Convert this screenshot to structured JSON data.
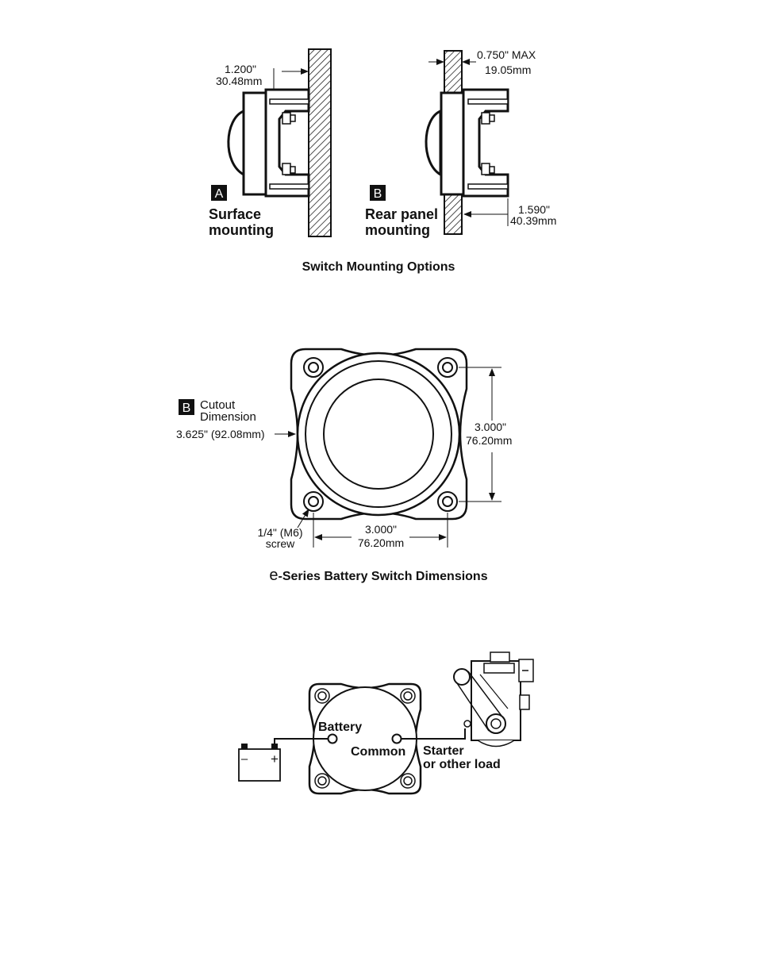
{
  "mounting": {
    "caption": "Switch Mounting Options",
    "option_a": {
      "badge": "A",
      "line1": "Surface",
      "line2": "mounting",
      "dim_in": "1.200\"",
      "dim_mm": "30.48mm"
    },
    "option_b": {
      "badge": "B",
      "line1": "Rear panel",
      "line2": "mounting",
      "panel_in": "0.750\" MAX",
      "panel_mm": "19.05mm",
      "depth_in": "1.590\"",
      "depth_mm": "40.39mm"
    }
  },
  "dimensions": {
    "caption_prefix": "e",
    "caption_rest": "-Series Battery Switch Dimensions",
    "cutout": {
      "badge": "B",
      "line1": "Cutout",
      "line2": "Dimension",
      "value": "3.625\" (92.08mm)"
    },
    "vertical": {
      "in": "3.000\"",
      "mm": "76.20mm"
    },
    "horizontal": {
      "in": "3.000\"",
      "mm": "76.20mm"
    },
    "screw": {
      "line1": "1/4\" (M6)",
      "line2": "screw"
    }
  },
  "wiring": {
    "battery": "Battery",
    "common": "Common",
    "load_line1": "Starter",
    "load_line2": "or other load",
    "minus": "–",
    "plus": "+"
  }
}
